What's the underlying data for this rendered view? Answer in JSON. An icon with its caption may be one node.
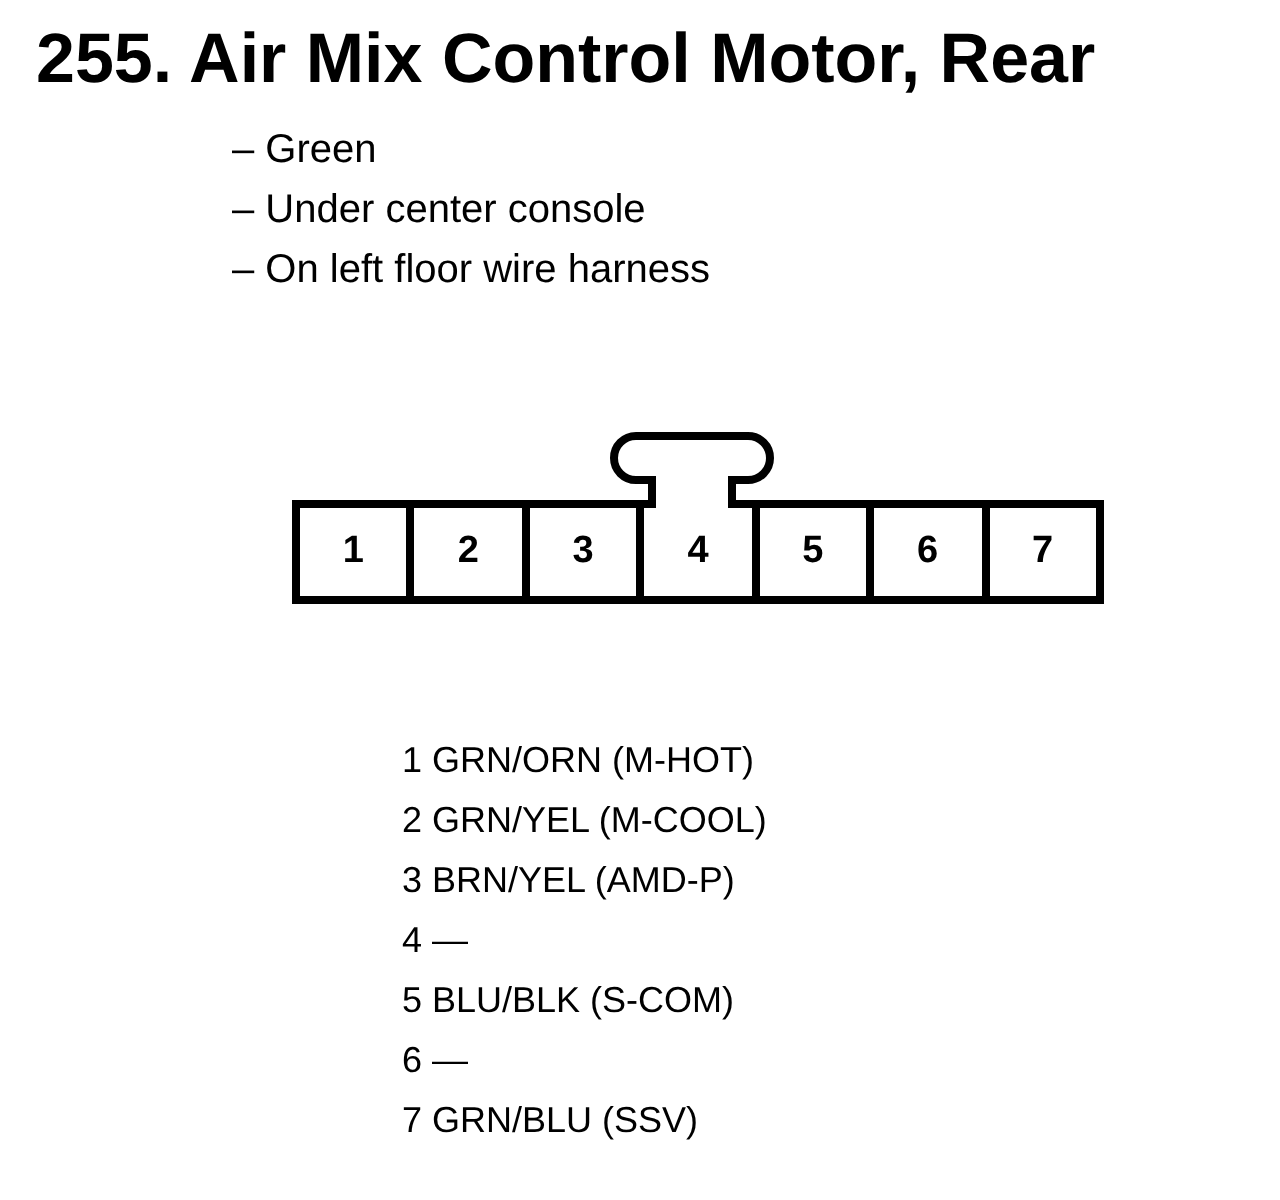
{
  "diagram": {
    "title": "255. Air Mix Control Motor, Rear",
    "nodes": [
      {
        "text": [],
        "shape": "box"
      },
      {
        "text": [],
        "shape": "latch"
      },
      {
        "text": [
          "1"
        ],
        "in": 0
      },
      {
        "text": [
          "2"
        ],
        "in": 0
      },
      {
        "text": [
          "3"
        ],
        "in": 0
      },
      {
        "text": [
          "4"
        ],
        "in": 0
      },
      {
        "text": [
          "5"
        ],
        "in": 0
      },
      {
        "text": [
          "6"
        ],
        "in": 0
      },
      {
        "text": [
          "7"
        ],
        "in": 0
      }
    ],
    "edges": [],
    "labels": [
      "– Green",
      "– Under center console",
      "– On left floor wire harness",
      "1 GRN/ORN (M-HOT)",
      "2 GRN/YEL (M-COOL)",
      "3 BRN/YEL (AMD-P)",
      "4 —",
      "5 BLU/BLK (S-COM)",
      "6 —",
      "7 GRN/BLU (SSV)"
    ]
  }
}
